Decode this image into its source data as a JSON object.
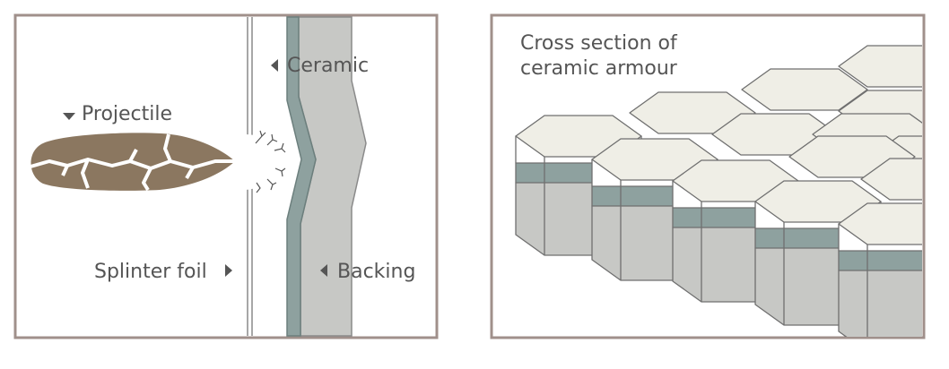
{
  "left_panel": {
    "labels": {
      "projectile": "Projectile",
      "ceramic": "Ceramic",
      "splinter_foil": "Splinter foil",
      "backing": "Backing"
    }
  },
  "right_panel": {
    "title_line1": "Cross section of",
    "title_line2": "ceramic armour"
  },
  "colors": {
    "frame": "#a0908b",
    "projectile": "#8b7760",
    "ceramic_layer": "#8ea19f",
    "backing_layer": "#c7c8c5",
    "tile_top": "#efeee6",
    "tile_side": "#c7c8c5",
    "text": "#555555"
  }
}
